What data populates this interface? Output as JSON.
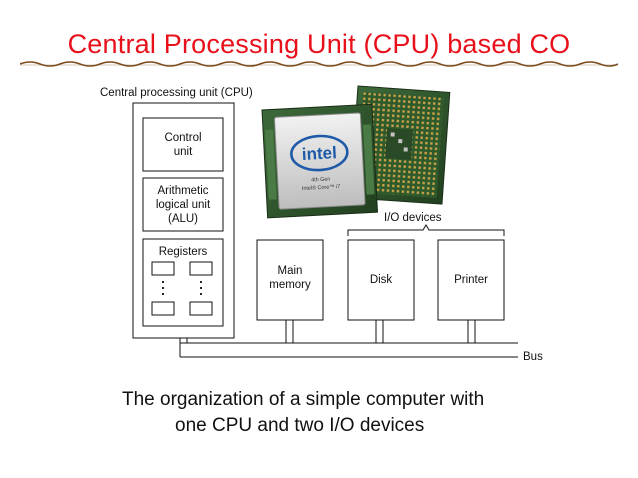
{
  "title": "Central Processing Unit (CPU) based CO",
  "cpu_caption": "Central processing unit (CPU)",
  "control_unit": [
    "Control",
    "unit"
  ],
  "alu": [
    "Arithmetic",
    "logical unit",
    "(ALU)"
  ],
  "registers_label": "Registers",
  "main_memory": [
    "Main",
    "memory"
  ],
  "disk_label": "Disk",
  "printer_label": "Printer",
  "io_label": "I/O devices",
  "bus_label": "Bus",
  "chip": {
    "brand": "intel",
    "gen": "4th Gen",
    "model": "Intel® Core™ i7"
  },
  "caption": [
    "The organization of a simple computer with",
    "one CPU and two I/O devices"
  ],
  "colors": {
    "title": "#e8101a",
    "rule": "#7a4a1c"
  }
}
